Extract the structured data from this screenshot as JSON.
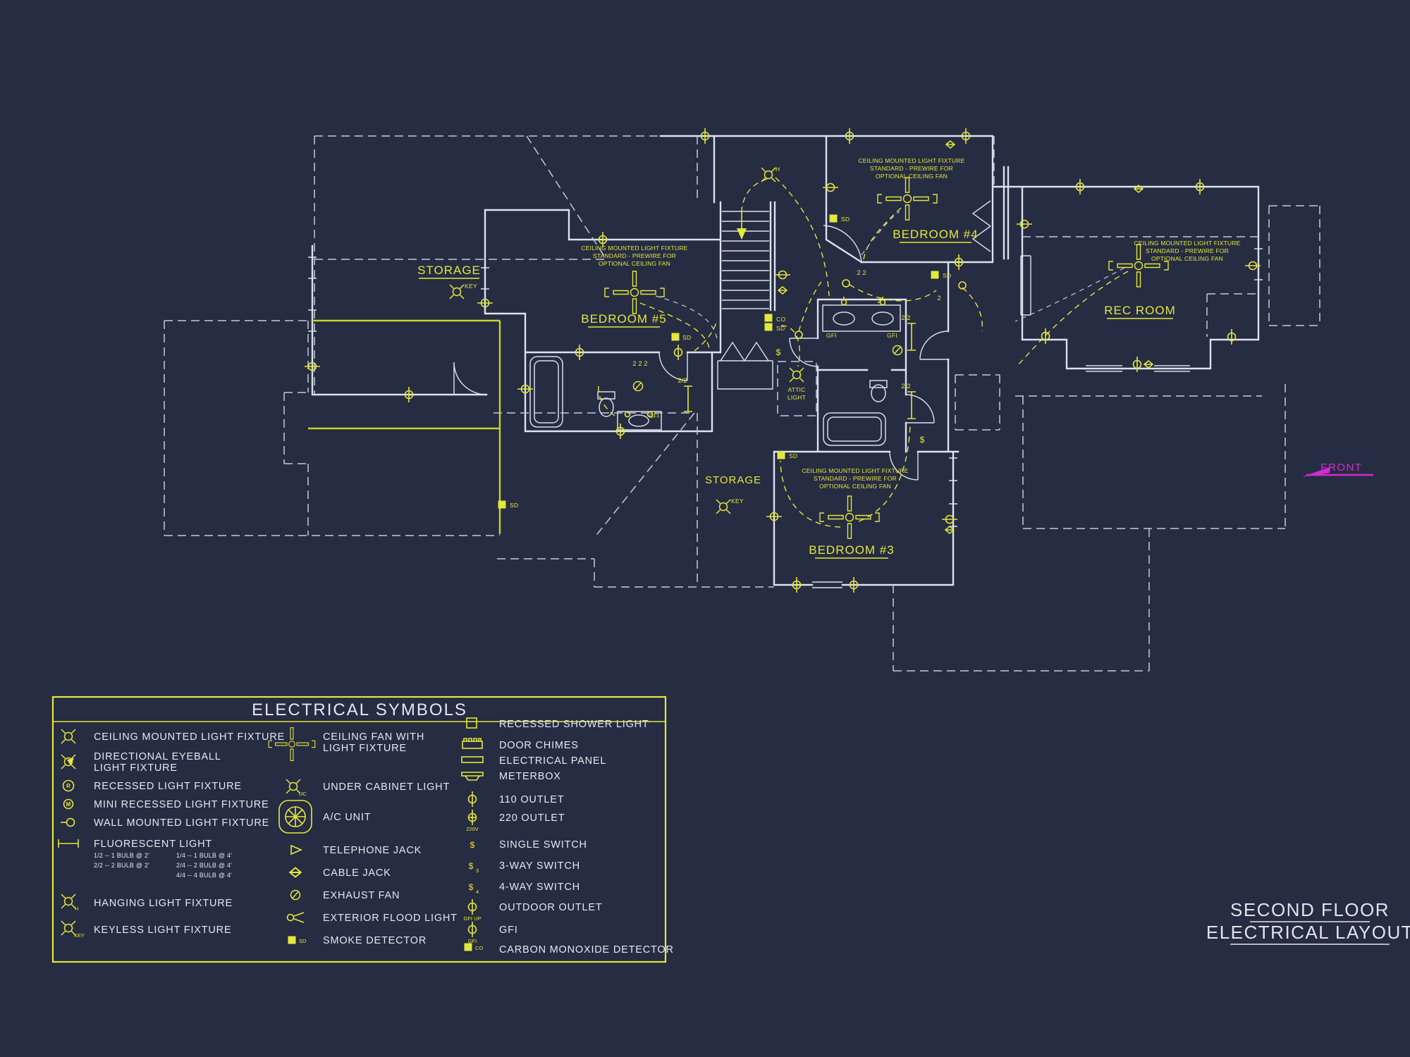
{
  "sheet": {
    "title_line1": "SECOND FLOOR",
    "title_line2": "ELECTRICAL LAYOUT",
    "front_label": "FRONT"
  },
  "plan": {
    "rooms": {
      "storage_left": "STORAGE",
      "bedroom5": "BEDROOM #5",
      "bedroom4": "BEDROOM #4",
      "rec_room": "REC ROOM",
      "storage_center": "STORAGE",
      "bedroom3": "BEDROOM #3"
    },
    "fan_note": {
      "line1": "CEILING MOUNTED LIGHT FIXTURE",
      "line2": "STANDARD - PREWIRE FOR",
      "line3": "OPTIONAL CEILING FAN"
    },
    "attic_light": {
      "line1": "ATTIC",
      "line2": "LIGHT"
    },
    "markers": {
      "key": "KEY",
      "hanging": "H",
      "smoke": "SD",
      "carbon": "CO",
      "gfi": "GFI",
      "s222": "2 2 2",
      "s22": "2 2",
      "s2": "2",
      "s2_2": "2/2",
      "dollar": "$"
    }
  },
  "legend": {
    "title": "ELECTRICAL SYMBOLS",
    "col1": [
      {
        "label": "CEILING MOUNTED LIGHT FIXTURE"
      },
      {
        "label": "DIRECTIONAL EYEBALL",
        "label2": "LIGHT FIXTURE"
      },
      {
        "label": "RECESSED LIGHT FIXTURE",
        "sym_text": "R"
      },
      {
        "label": "MINI RECESSED LIGHT FIXTURE",
        "sym_text": "M"
      },
      {
        "label": "WALL MOUNTED LIGHT FIXTURE"
      },
      {
        "label": "FLUORESCENT LIGHT",
        "sub": [
          "1/2 -- 1 BULB @ 2'",
          "1/4 -- 1 BULB @ 4'",
          "2/2 -- 2 BULB @ 2'",
          "2/4 -- 2 BULB @ 4'",
          "4/4 -- 4 BULB @ 4'"
        ]
      },
      {
        "label": "HANGING LIGHT FIXTURE",
        "sym_text": "H"
      },
      {
        "label": "KEYLESS LIGHT FIXTURE",
        "sym_text": "KEY"
      }
    ],
    "col2": [
      {
        "label": "CEILING FAN WITH",
        "label2": "LIGHT FIXTURE"
      },
      {
        "label": "UNDER CABINET LIGHT",
        "sym_text": "UC"
      },
      {
        "label": "A/C UNIT"
      },
      {
        "label": "TELEPHONE JACK"
      },
      {
        "label": "CABLE JACK"
      },
      {
        "label": "EXHAUST FAN"
      },
      {
        "label": "EXTERIOR FLOOD LIGHT"
      },
      {
        "label": "SMOKE DETECTOR",
        "sym_text": "SD"
      }
    ],
    "col3": [
      {
        "label": "RECESSED SHOWER LIGHT"
      },
      {
        "label": "DOOR CHIMES"
      },
      {
        "label": "ELECTRICAL PANEL"
      },
      {
        "label": "METERBOX"
      },
      {
        "label": "110 OUTLET"
      },
      {
        "label": "220 OUTLET",
        "tag": "220V"
      },
      {
        "label": "SINGLE SWITCH",
        "sym_text": "$"
      },
      {
        "label": "3-WAY SWITCH",
        "sym_text": "$",
        "sym_sub": "3"
      },
      {
        "label": "4-WAY SWITCH",
        "sym_text": "$",
        "sym_sub": "4"
      },
      {
        "label": "OUTDOOR OUTLET",
        "tag": "GFI UP"
      },
      {
        "label": "GFI",
        "tag": "GFI"
      },
      {
        "label": "CARBON MONOXIDE DETECTOR",
        "sym_text": "CO"
      }
    ]
  },
  "colors": {
    "background": "#262c41",
    "walls": "#dce2ee",
    "electrical": "#e4e73c",
    "front_arrow": "#d42ad4"
  }
}
